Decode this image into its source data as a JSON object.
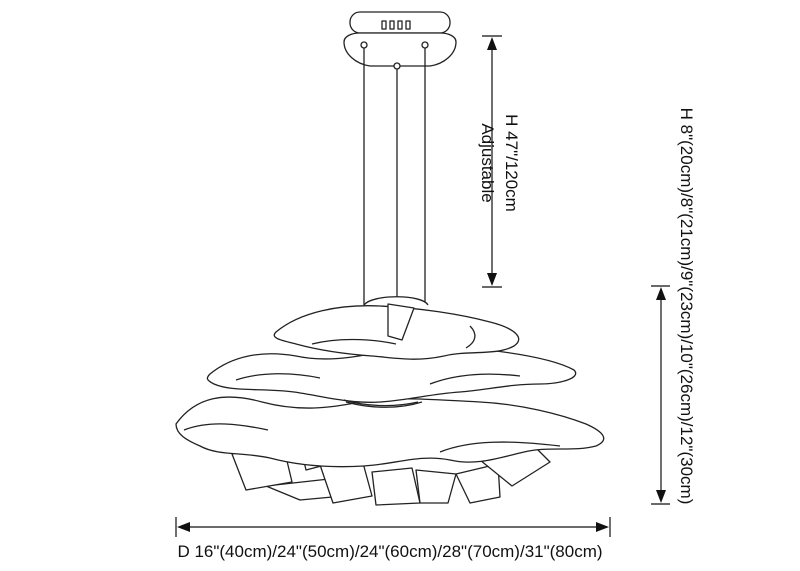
{
  "labels": {
    "cord_height": "H 47\"/120cm",
    "cord_note": "Adjustable",
    "body_height": "H 8\"(20cm)/8\"(21cm)/9\"(23cm)/10\"(26cm)/12\"(30cm)",
    "diameter": "D 16\"(40cm)/24\"(50cm)/24\"(60cm)/28\"(70cm)/31\"(80cm)"
  },
  "colors": {
    "ink": "#222222",
    "background": "#ffffff"
  }
}
